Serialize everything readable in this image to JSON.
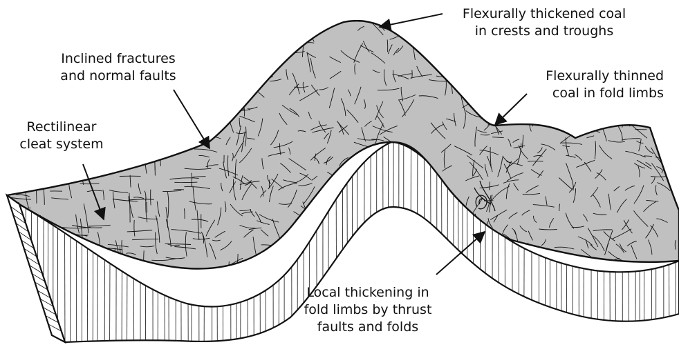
{
  "labels": {
    "flexural_thickened": [
      "Flexurally thickened coal",
      "in crests and troughs"
    ],
    "inclined_fractures": [
      "Inclined fractures",
      "and normal faults"
    ],
    "flexural_thinned": [
      "Flexurally thinned",
      "coal in fold limbs"
    ],
    "rectilinear_cleat": [
      "Rectilinear",
      "cleat system"
    ],
    "local_thickening": [
      "Local thickening in",
      "fold limbs by thrust",
      "faults and folds"
    ]
  },
  "colors": {
    "surface_fill": "#c0c0c0",
    "edge_fill": "#ffffff",
    "stroke": "#111111"
  }
}
